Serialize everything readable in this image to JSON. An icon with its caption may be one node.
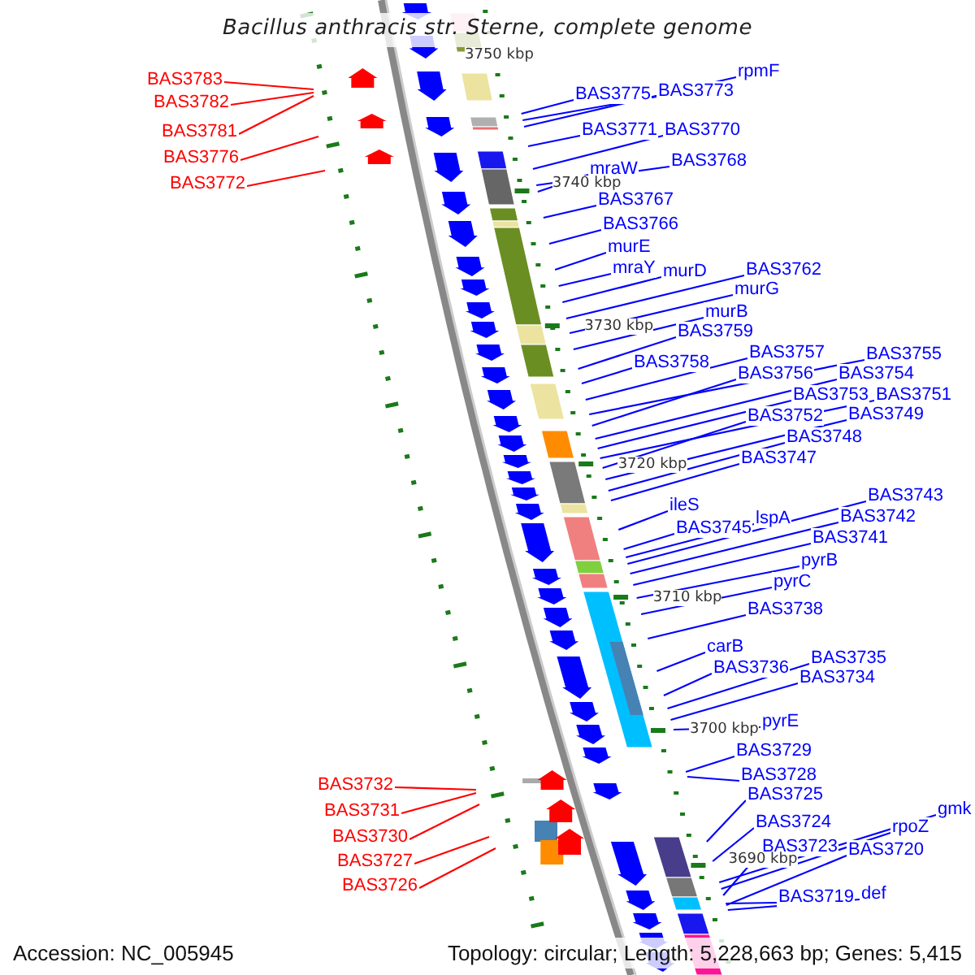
{
  "diagram": {
    "title": "Bacillus anthracis str. Sterne, complete genome",
    "nodes": [
      {
        "text": [
          "BAS3783"
        ]
      },
      {
        "text": [
          "BAS3782"
        ]
      },
      {
        "text": [
          "BAS3781"
        ]
      },
      {
        "text": [
          "BAS3776"
        ]
      },
      {
        "text": [
          "BAS3772"
        ]
      },
      {
        "text": [
          "rpmF"
        ]
      },
      {
        "text": [
          "BAS3775"
        ]
      },
      {
        "text": [
          "BAS3773"
        ]
      },
      {
        "text": [
          "BAS3771"
        ]
      },
      {
        "text": [
          "BAS3770"
        ]
      },
      {
        "text": [
          "mraW"
        ]
      },
      {
        "text": [
          "BAS3768"
        ]
      },
      {
        "text": [
          "BAS3767"
        ]
      },
      {
        "text": [
          "BAS3766"
        ]
      },
      {
        "text": [
          "murE"
        ]
      },
      {
        "text": [
          "mraY"
        ]
      },
      {
        "text": [
          "murD"
        ]
      },
      {
        "text": [
          "BAS3762"
        ]
      },
      {
        "text": [
          "murG"
        ]
      },
      {
        "text": [
          "murB"
        ]
      },
      {
        "text": [
          "BAS3759"
        ]
      },
      {
        "text": [
          "BAS3758"
        ]
      },
      {
        "text": [
          "BAS3757"
        ]
      },
      {
        "text": [
          "BAS3755"
        ]
      },
      {
        "text": [
          "BAS3756"
        ]
      },
      {
        "text": [
          "BAS3754"
        ]
      },
      {
        "text": [
          "BAS3753"
        ]
      },
      {
        "text": [
          "BAS3751"
        ]
      },
      {
        "text": [
          "BAS3752"
        ]
      },
      {
        "text": [
          "BAS3749"
        ]
      },
      {
        "text": [
          "BAS3748"
        ]
      },
      {
        "text": [
          "BAS3747"
        ]
      },
      {
        "text": [
          "ileS"
        ]
      },
      {
        "text": [
          "BAS3743"
        ]
      },
      {
        "text": [
          "BAS3745"
        ]
      },
      {
        "text": [
          "lspA"
        ]
      },
      {
        "text": [
          "BAS3742"
        ]
      },
      {
        "text": [
          "BAS3741"
        ]
      },
      {
        "text": [
          "pyrB"
        ]
      },
      {
        "text": [
          "pyrC"
        ]
      },
      {
        "text": [
          "BAS3738"
        ]
      },
      {
        "text": [
          "carB"
        ]
      },
      {
        "text": [
          "BAS3735"
        ]
      },
      {
        "text": [
          "BAS3736"
        ]
      },
      {
        "text": [
          "BAS3734"
        ]
      },
      {
        "text": [
          "pyrE"
        ]
      },
      {
        "text": [
          "BAS3729"
        ]
      },
      {
        "text": [
          "BAS3728"
        ]
      },
      {
        "text": [
          "BAS3732"
        ]
      },
      {
        "text": [
          "BAS3725"
        ]
      },
      {
        "text": [
          "BAS3731"
        ]
      },
      {
        "text": [
          "gmk"
        ]
      },
      {
        "text": [
          "BAS3724"
        ]
      },
      {
        "text": [
          "rpoZ"
        ]
      },
      {
        "text": [
          "BAS3730"
        ]
      },
      {
        "text": [
          "BAS3723"
        ]
      },
      {
        "text": [
          "BAS3720"
        ]
      },
      {
        "text": [
          "BAS3727"
        ]
      },
      {
        "text": [
          "BAS3726"
        ]
      },
      {
        "text": [
          "def"
        ]
      },
      {
        "text": [
          "BAS3719"
        ]
      }
    ],
    "edges": [
      {
        "from": 0,
        "to": null,
        "arrow": "none",
        "color": "#ff0000"
      },
      {
        "from": 1,
        "to": null,
        "arrow": "none",
        "color": "#ff0000"
      },
      {
        "from": 2,
        "to": null,
        "arrow": "none",
        "color": "#ff0000"
      },
      {
        "from": 3,
        "to": null,
        "arrow": "none",
        "color": "#ff0000"
      },
      {
        "from": 4,
        "to": null,
        "arrow": "none",
        "color": "#ff0000"
      },
      {
        "from": 5,
        "to": null,
        "arrow": "none"
      },
      {
        "from": 6,
        "to": null,
        "arrow": "none"
      },
      {
        "from": 7,
        "to": null,
        "arrow": "none"
      },
      {
        "from": 8,
        "to": null,
        "arrow": "none"
      },
      {
        "from": 9,
        "to": null,
        "arrow": "none"
      },
      {
        "from": 10,
        "to": null,
        "arrow": "none"
      },
      {
        "from": 11,
        "to": null,
        "arrow": "none"
      },
      {
        "from": 12,
        "to": null,
        "arrow": "none"
      },
      {
        "from": 13,
        "to": null,
        "arrow": "none"
      },
      {
        "from": 14,
        "to": null,
        "arrow": "none"
      },
      {
        "from": 15,
        "to": null,
        "arrow": "none"
      },
      {
        "from": 16,
        "to": null,
        "arrow": "none"
      },
      {
        "from": 17,
        "to": null,
        "arrow": "none"
      },
      {
        "from": 18,
        "to": null,
        "arrow": "none"
      },
      {
        "from": 19,
        "to": null,
        "arrow": "none"
      },
      {
        "from": 20,
        "to": null,
        "arrow": "none"
      },
      {
        "from": 21,
        "to": null,
        "arrow": "none"
      },
      {
        "from": 22,
        "to": null,
        "arrow": "none"
      },
      {
        "from": 23,
        "to": null,
        "arrow": "none"
      },
      {
        "from": 24,
        "to": null,
        "arrow": "none"
      },
      {
        "from": 25,
        "to": null,
        "arrow": "none"
      },
      {
        "from": 26,
        "to": null,
        "arrow": "none"
      },
      {
        "from": 27,
        "to": null,
        "arrow": "none"
      },
      {
        "from": 28,
        "to": null,
        "arrow": "none"
      },
      {
        "from": 29,
        "to": null,
        "arrow": "none"
      },
      {
        "from": 30,
        "to": null,
        "arrow": "none"
      },
      {
        "from": 31,
        "to": null,
        "arrow": "none"
      },
      {
        "from": 32,
        "to": null,
        "arrow": "none"
      },
      {
        "from": 33,
        "to": null,
        "arrow": "none"
      },
      {
        "from": 34,
        "to": null,
        "arrow": "none"
      },
      {
        "from": 35,
        "to": null,
        "arrow": "none"
      },
      {
        "from": 36,
        "to": null,
        "arrow": "none"
      },
      {
        "from": 37,
        "to": null,
        "arrow": "none"
      },
      {
        "from": 38,
        "to": null,
        "arrow": "none"
      },
      {
        "from": 39,
        "to": null,
        "arrow": "none"
      },
      {
        "from": 40,
        "to": null,
        "arrow": "none"
      },
      {
        "from": 41,
        "to": null,
        "arrow": "none"
      },
      {
        "from": 42,
        "to": null,
        "arrow": "none"
      },
      {
        "from": 43,
        "to": null,
        "arrow": "none"
      },
      {
        "from": 44,
        "to": null,
        "arrow": "none"
      },
      {
        "from": 45,
        "to": null,
        "arrow": "none"
      },
      {
        "from": 46,
        "to": null,
        "arrow": "none"
      },
      {
        "from": 47,
        "to": null,
        "arrow": "none"
      },
      {
        "from": 48,
        "to": null,
        "arrow": "none",
        "color": "#ff0000"
      },
      {
        "from": 49,
        "to": null,
        "arrow": "none"
      },
      {
        "from": 50,
        "to": null,
        "arrow": "none",
        "color": "#ff0000"
      },
      {
        "from": 51,
        "to": null,
        "arrow": "none"
      },
      {
        "from": 52,
        "to": null,
        "arrow": "none"
      },
      {
        "from": 53,
        "to": null,
        "arrow": "none"
      },
      {
        "from": 54,
        "to": null,
        "arrow": "none",
        "color": "#ff0000"
      },
      {
        "from": 55,
        "to": null,
        "arrow": "none"
      },
      {
        "from": 56,
        "to": null,
        "arrow": "none"
      },
      {
        "from": 57,
        "to": null,
        "arrow": "none",
        "color": "#ff0000"
      },
      {
        "from": 58,
        "to": null,
        "arrow": "none",
        "color": "#ff0000"
      },
      {
        "from": 59,
        "to": null,
        "arrow": "none"
      },
      {
        "from": 60,
        "to": null,
        "arrow": "none"
      }
    ],
    "labels": [
      "3750 kbp",
      "3740 kbp",
      "3730 kbp",
      "3720 kbp",
      "3710 kbp",
      "3700 kbp",
      "3690 kbp",
      "Accession: NC_005945",
      "Topology: circular; Length: 5,228,663 bp; Genes: 5,415"
    ]
  }
}
